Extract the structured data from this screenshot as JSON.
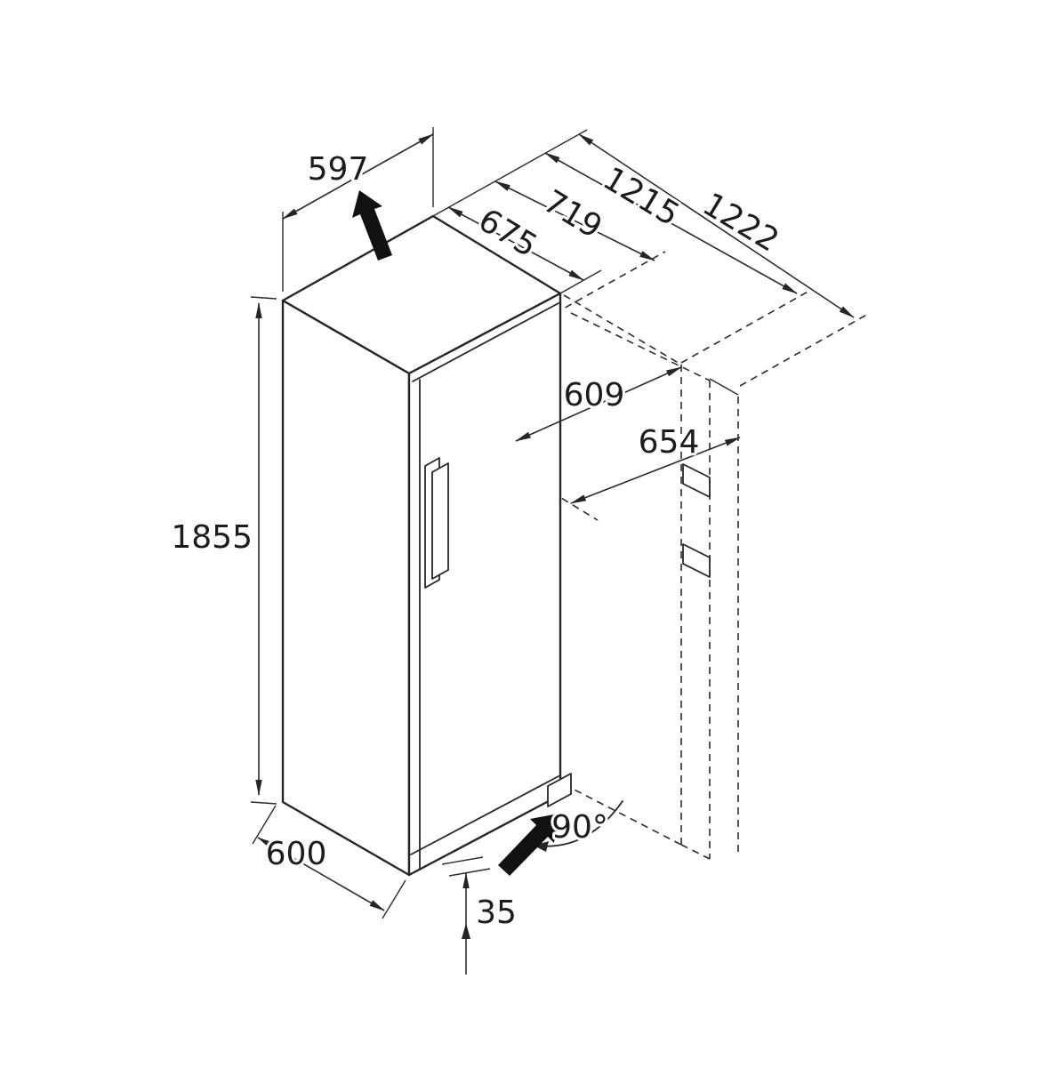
{
  "meta": {
    "description": "Isometric technical dimension drawing of an upright refrigerator / freezer with door swing shown dashed",
    "background_color": "#ffffff",
    "line_color": "#262626",
    "unit": "mm"
  },
  "dims": {
    "top_width": "597",
    "depth_with_door": "675",
    "depth_with_handle": "719",
    "wall_distance_door_open": "1215",
    "overall_depth_door_open": "1222",
    "door_projection": "609",
    "door_projection_with_handle": "654",
    "height": "1855",
    "base_depth": "600",
    "base_clearance": "35",
    "door_opening_angle": "90°"
  }
}
